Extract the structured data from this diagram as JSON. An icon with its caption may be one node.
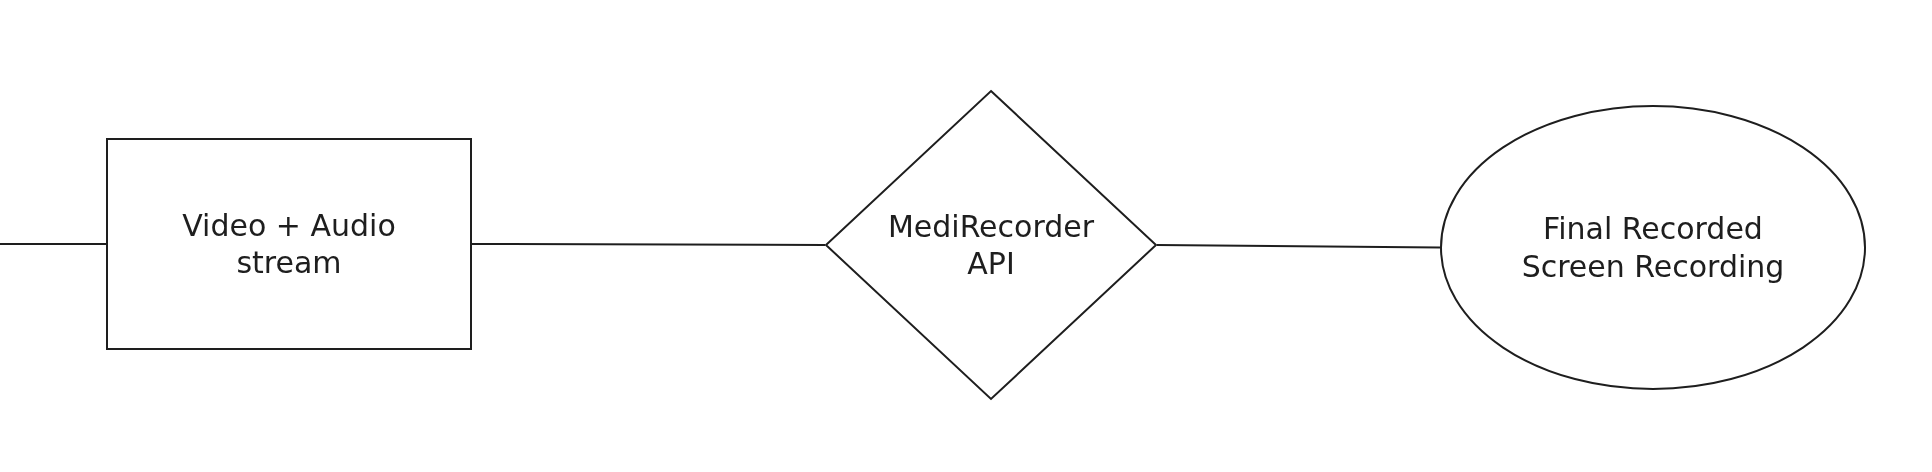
{
  "diagram": {
    "nodes": [
      {
        "text": [
          "Video + Audio stream"
        ]
      },
      {
        "text": [
          "MediRecorder API"
        ]
      },
      {
        "text": [
          "Final Recorded Screen Recording"
        ]
      }
    ],
    "edges": [
      {
        "from": null,
        "to": 0,
        "arrow": "none"
      },
      {
        "from": 0,
        "to": 1,
        "arrow": "none"
      },
      {
        "from": 1,
        "to": 2,
        "arrow": "none"
      }
    ]
  }
}
